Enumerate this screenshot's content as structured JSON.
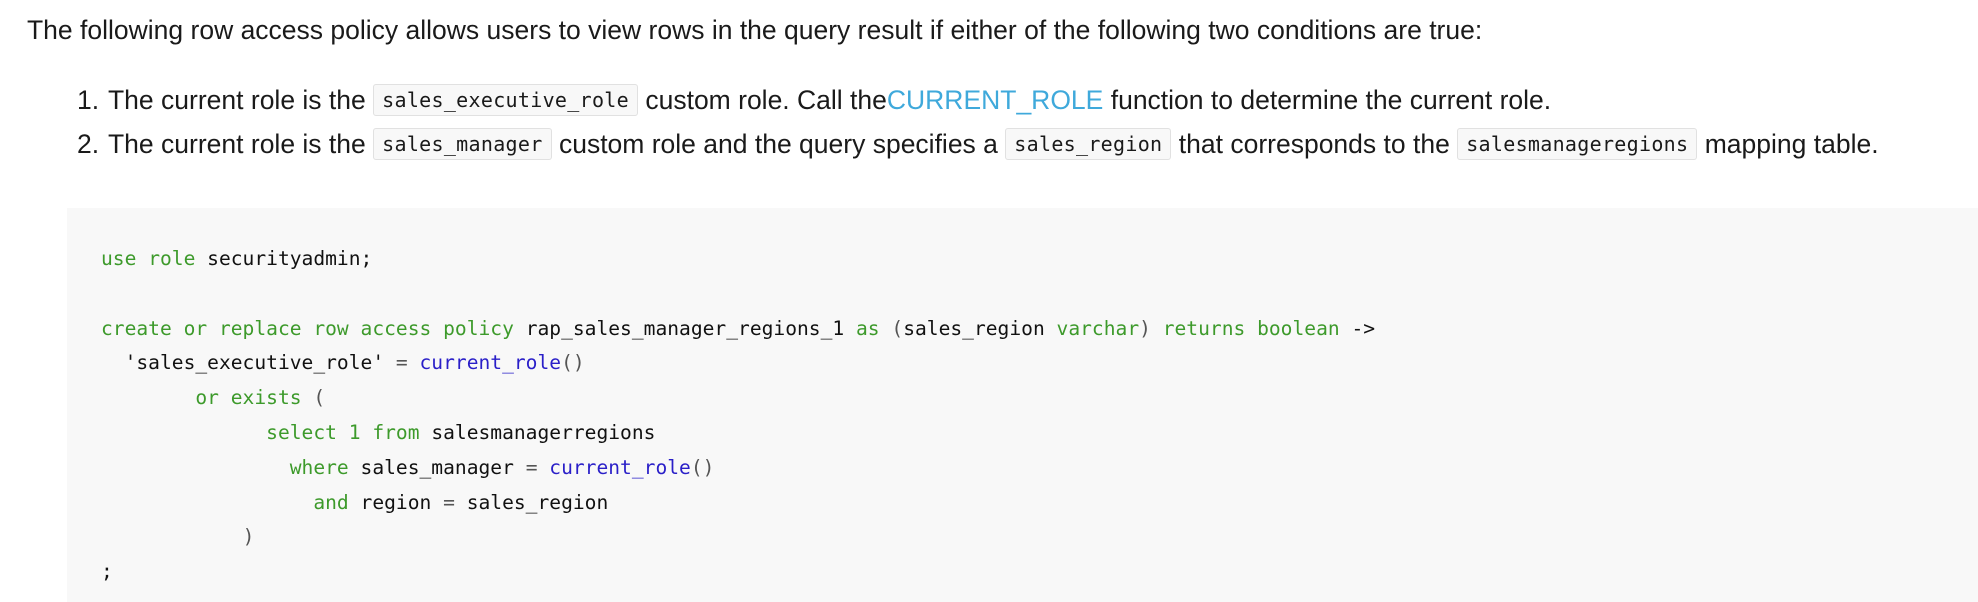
{
  "intro": "The following row access policy allows users to view rows in the query result if either of the following two conditions are true:",
  "conditions": [
    {
      "number": "1.",
      "text1": "The current role is the",
      "code1": "sales_executive_role",
      "text2": "custom role. Call the",
      "link": "CURRENT_ROLE",
      "text3": "function to determine the current role."
    },
    {
      "number": "2.",
      "text1": "The current role is the",
      "code1": "sales_manager",
      "text2": "custom role and the query specifies a",
      "code2": "sales_region",
      "text3": "that corresponds to the",
      "code3": "salesmanageregions",
      "text4": "mapping table."
    }
  ],
  "code": {
    "l1_kw1": "use",
    "l1_kw2": "role",
    "l1_id": "securityadmin;",
    "l3_kw": "create or replace row access policy",
    "l3_name": "rap_sales_manager_regions_1",
    "l3_as": "as",
    "l3_paren_open": "(",
    "l3_arg": "sales_region",
    "l3_type": "varchar",
    "l3_paren_close": ")",
    "l3_returns": "returns boolean",
    "l3_arrow": "->",
    "l4_str": "'sales_executive_role'",
    "l4_eq": "=",
    "l4_fn": "current_role",
    "l4_parens": "()",
    "l5_kw": "or exists",
    "l5_paren": "(",
    "l6_kw1": "select",
    "l6_num": "1",
    "l6_kw2": "from",
    "l6_table": "salesmanagerregions",
    "l7_kw": "where",
    "l7_col": "sales_manager",
    "l7_eq": "=",
    "l7_fn": "current_role",
    "l7_parens": "()",
    "l8_kw": "and",
    "l8_col": "region",
    "l8_eq": "=",
    "l8_val": "sales_region",
    "l9_paren": ")",
    "l10_semi": ";"
  },
  "colors": {
    "keyword": "#3d9a2b",
    "function": "#2a1fc8",
    "link": "#3fa9db",
    "code_background": "#f8f8f8"
  }
}
